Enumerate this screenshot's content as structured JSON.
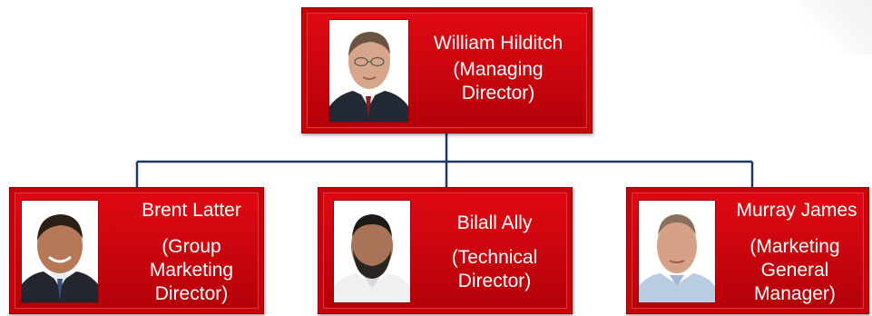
{
  "org_chart": {
    "root": {
      "name": "William Hilditch",
      "role": "(Managing\nDirector)"
    },
    "children": [
      {
        "name": "Brent Latter",
        "role": "(Group\nMarketing\nDirector)"
      },
      {
        "name": "Bilall Ally",
        "role": "(Technical\nDirector)"
      },
      {
        "name": "Murray James",
        "role": "(Marketing\nGeneral\nManager)"
      }
    ]
  },
  "colors": {
    "card_fill": "#d6060f",
    "card_border": "#8c0006",
    "connector": "#1f3864",
    "text": "#ffffff"
  },
  "icons": {
    "portrait": "person-photo"
  }
}
